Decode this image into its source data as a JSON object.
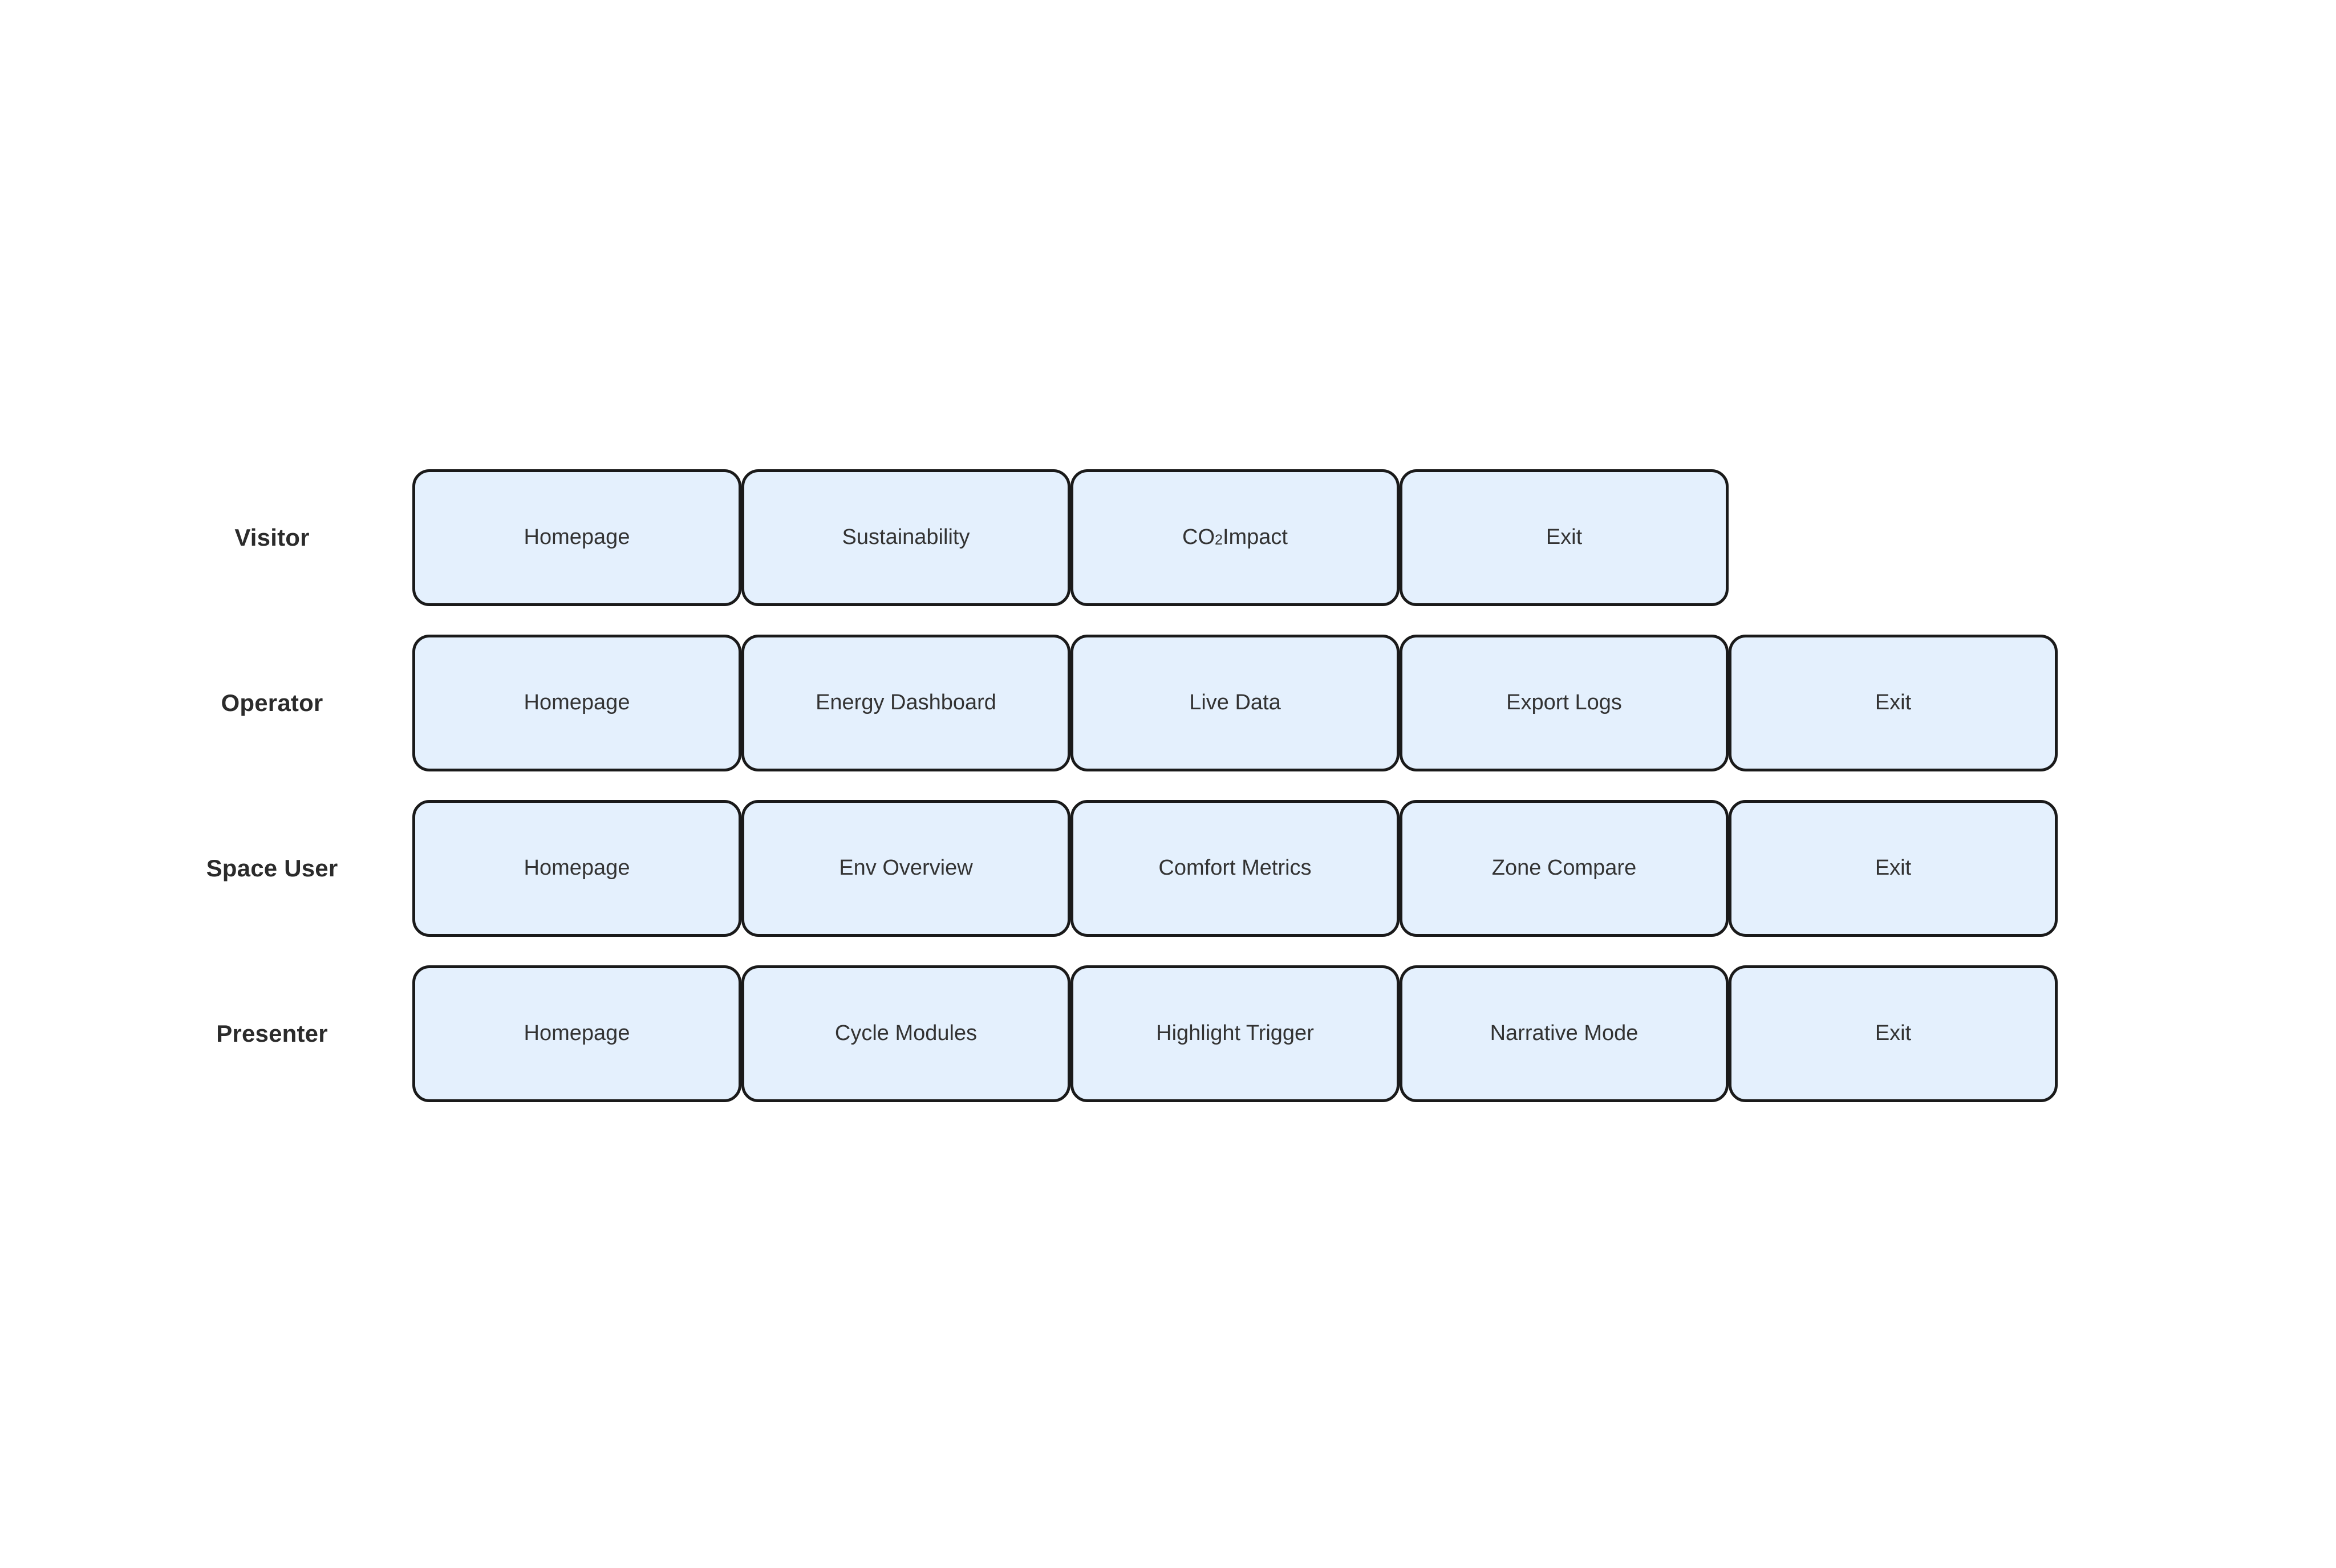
{
  "diagram": {
    "type": "user-journey-flow",
    "background_color": "#ffffff",
    "box_fill_color": "#e4f0fd",
    "box_border_color": "#1a1a1a",
    "label_color": "#2b2b2b",
    "step_text_color": "#333333",
    "rows": [
      {
        "label": "Visitor",
        "steps": [
          {
            "text": "Homepage"
          },
          {
            "text": "Sustainability"
          },
          {
            "text": "CO",
            "subscript": "2",
            "text_after": " Impact",
            "full_text": "CO₂ Impact"
          },
          {
            "text": "Exit"
          }
        ]
      },
      {
        "label": "Operator",
        "steps": [
          {
            "text": "Homepage"
          },
          {
            "text": "Energy Dashboard"
          },
          {
            "text": "Live Data"
          },
          {
            "text": "Export Logs"
          },
          {
            "text": "Exit"
          }
        ]
      },
      {
        "label": "Space User",
        "steps": [
          {
            "text": "Homepage"
          },
          {
            "text": "Env Overview"
          },
          {
            "text": "Comfort Metrics"
          },
          {
            "text": "Zone Compare"
          },
          {
            "text": "Exit"
          }
        ]
      },
      {
        "label": "Presenter",
        "steps": [
          {
            "text": "Homepage"
          },
          {
            "text": "Cycle Modules"
          },
          {
            "text": "Highlight Trigger"
          },
          {
            "text": "Narrative Mode"
          },
          {
            "text": "Exit"
          }
        ]
      }
    ]
  }
}
